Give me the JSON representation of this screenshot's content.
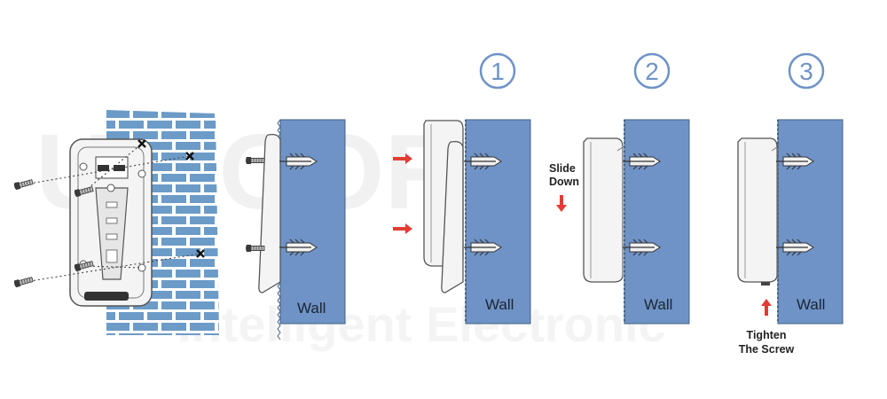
{
  "steps": [
    {
      "number": "1",
      "wall_label": "Wall"
    },
    {
      "number": "2",
      "wall_label": "Wall",
      "instruction": [
        "Slide",
        "Down"
      ]
    },
    {
      "number": "3",
      "wall_label": "Wall",
      "instruction": [
        "Tighten",
        "The Screw"
      ]
    }
  ],
  "prep": {
    "wall_label": "Wall"
  },
  "colors": {
    "wall": "#6f93c7",
    "wall_edge": "#44607f",
    "brick": "#6c9bc8",
    "mortar": "#ffffff",
    "arrow": "#e23c34",
    "step_circle": "#6f93c7",
    "bracket_fill": "#f4f4f4",
    "outline": "#555555"
  },
  "icons": [
    "brick-wall",
    "doorbell-mounting-bracket",
    "screw-icon",
    "wall-anchor-icon",
    "cross-mark-icon",
    "arrow-right-icon",
    "arrow-down-icon",
    "arrow-up-icon"
  ]
}
